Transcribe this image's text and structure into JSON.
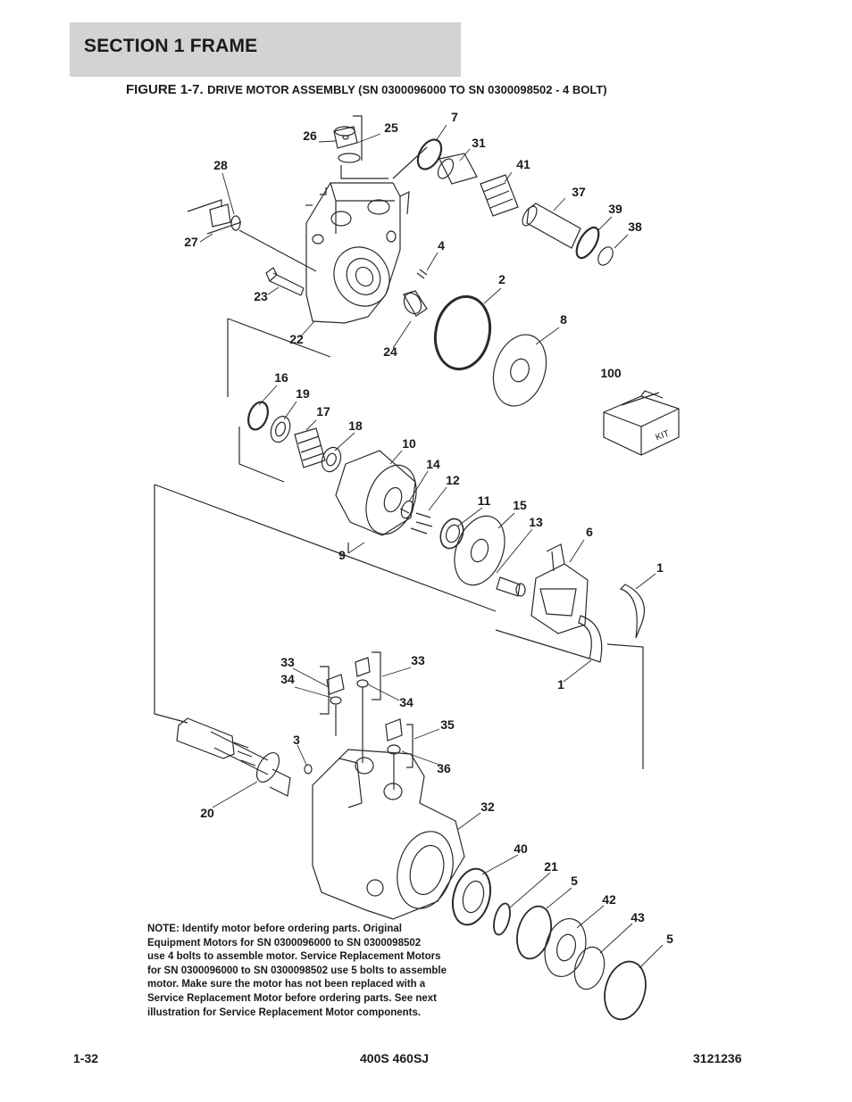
{
  "header": {
    "section_title": "SECTION 1  FRAME"
  },
  "figure": {
    "label": "FIGURE 1-7.",
    "caption": "DRIVE MOTOR ASSEMBLY (SN 0300096000 TO SN 0300098502 - 4 BOLT)"
  },
  "callouts": [
    "26",
    "25",
    "7",
    "31",
    "28",
    "41",
    "37",
    "39",
    "38",
    "27",
    "4",
    "23",
    "2",
    "22",
    "24",
    "8",
    "100",
    "16",
    "19",
    "17",
    "18",
    "10",
    "14",
    "12",
    "11",
    "15",
    "13",
    "6",
    "9",
    "1",
    "33",
    "33",
    "34",
    "34",
    "1",
    "35",
    "3",
    "36",
    "20",
    "32",
    "40",
    "21",
    "5",
    "42",
    "43",
    "5"
  ],
  "kit_box_label": "KIT",
  "note_lines": [
    "NOTE:   Identify motor before ordering parts.  Original",
    "Equipment  Motors for SN 0300096000 to SN 0300098502",
    "use 4 bolts to assemble motor.  Service Replacement Motors",
    "for SN 0300096000 to SN 0300098502 use 5 bolts to assemble",
    "motor. Make sure the motor has not been replaced with a",
    "Service Replacement Motor before ordering parts. See next",
    "illustration for Service Replacement Motor components."
  ],
  "footer": {
    "page_number": "1-32",
    "model": "400S 460SJ",
    "doc_number": "3121236"
  }
}
